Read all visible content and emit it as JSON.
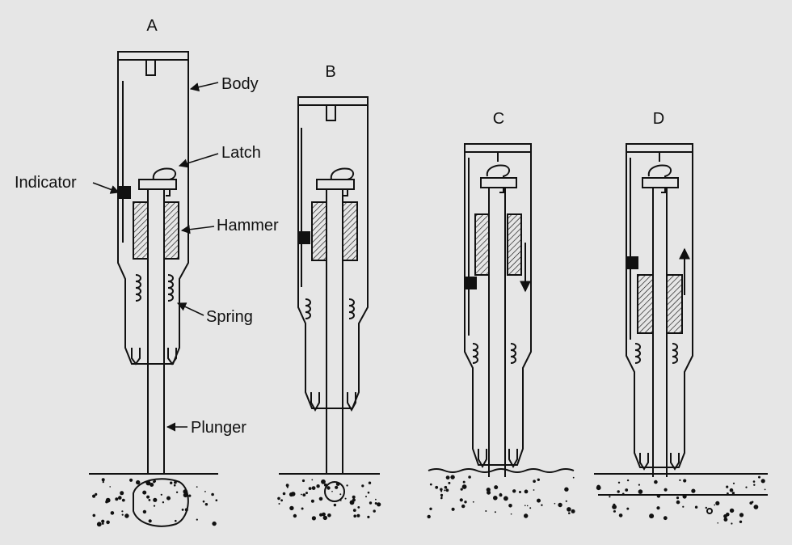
{
  "panels": [
    {
      "id": "A",
      "label": "A"
    },
    {
      "id": "B",
      "label": "B"
    },
    {
      "id": "C",
      "label": "C"
    },
    {
      "id": "D",
      "label": "D"
    }
  ],
  "callouts": {
    "body": "Body",
    "latch": "Latch",
    "indicator": "Indicator",
    "hammer": "Hammer",
    "spring": "Spring",
    "plunger": "Plunger"
  },
  "colors": {
    "background": "#e6e6e6",
    "ink": "#111111",
    "hatch": "#111111"
  }
}
